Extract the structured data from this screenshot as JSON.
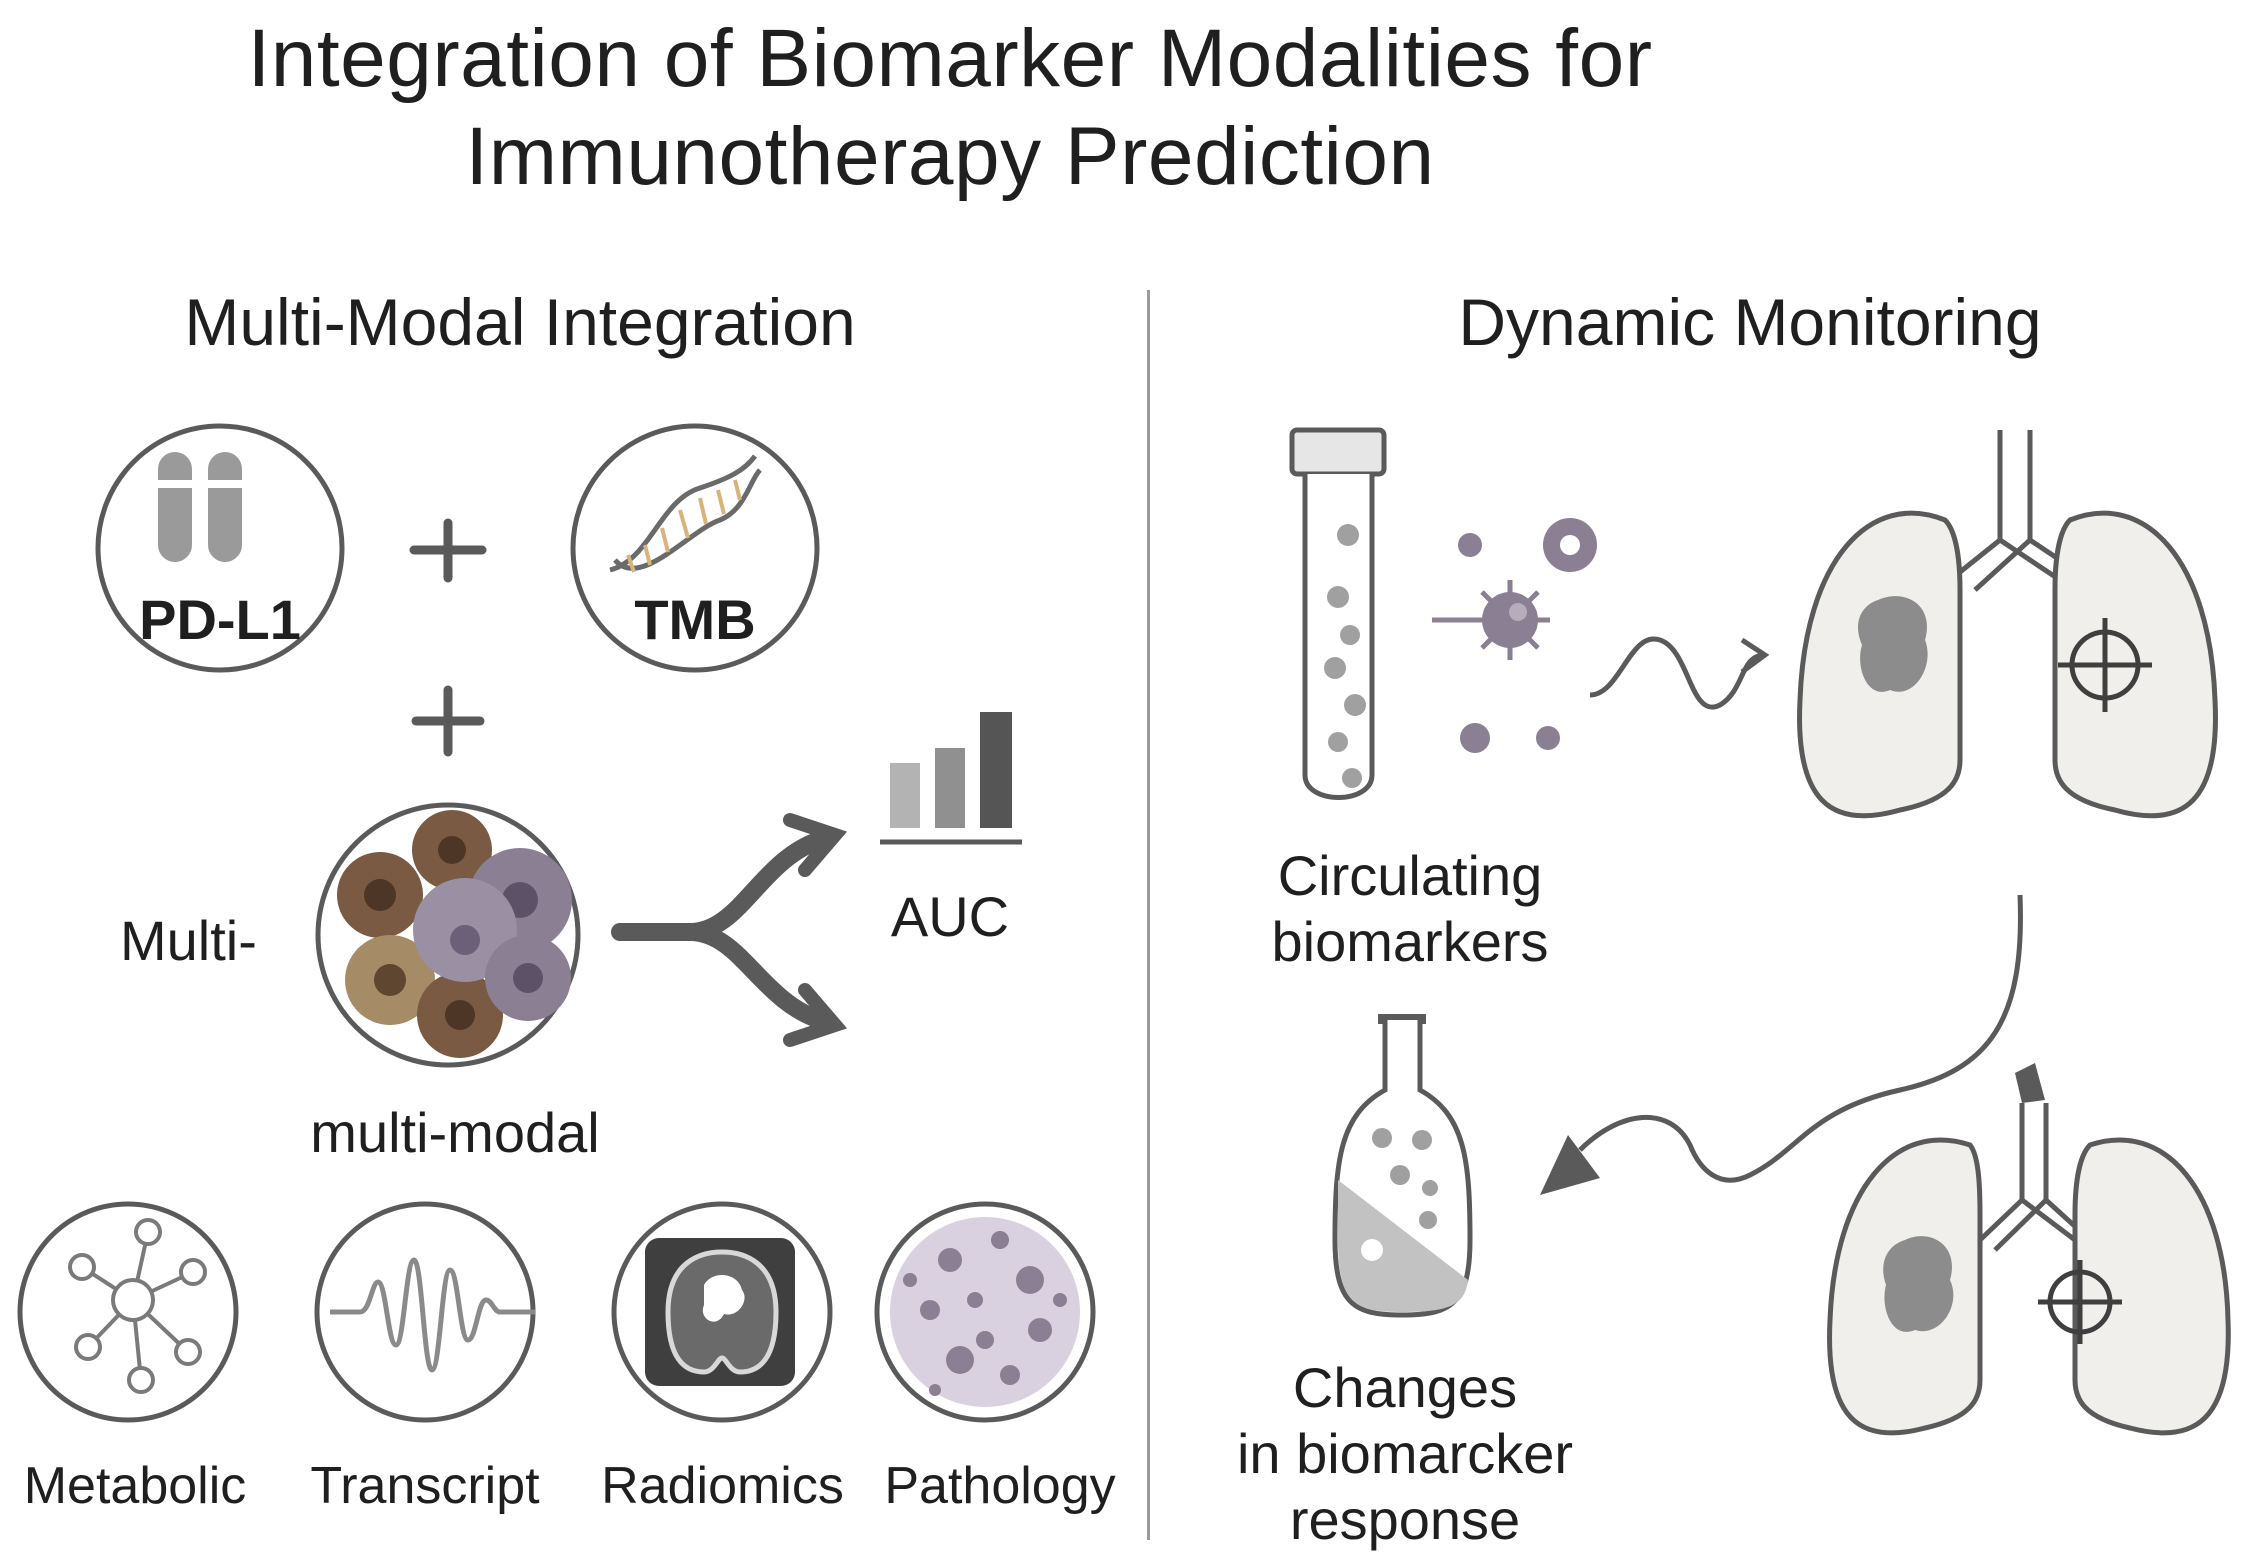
{
  "title": {
    "line1": "Integration of Biomarker Modalities for",
    "line2": "Immunotherapy Prediction"
  },
  "left_panel": {
    "heading": "Multi-Modal Integration",
    "pdl1_label": "PD-L1",
    "tmb_label": "TMB",
    "multi_label": "Multi-",
    "multimodal_label": "multi-modal",
    "auc_label": "AUC",
    "modalities": [
      {
        "label": "Metabolic",
        "icon": "network-icon"
      },
      {
        "label": "Transcript",
        "icon": "waveform-icon"
      },
      {
        "label": "Radiomics",
        "icon": "ct-scan-icon"
      },
      {
        "label": "Pathology",
        "icon": "tissue-icon"
      }
    ]
  },
  "right_panel": {
    "heading": "Dynamic Monitoring",
    "circulating_line1": "Circulating",
    "circulating_line2": "biomarkers",
    "changes_line1": "Changes",
    "changes_line2": "in biomarcker",
    "changes_line3": "response"
  },
  "colors": {
    "line": "#5a5a5a",
    "light_fill": "#f1efec",
    "grey_fill": "#8c8c8c",
    "purple": "#8a7f93",
    "brown": "#7a5a43",
    "tan": "#a58b66",
    "dna_gold": "#d8b37a"
  }
}
